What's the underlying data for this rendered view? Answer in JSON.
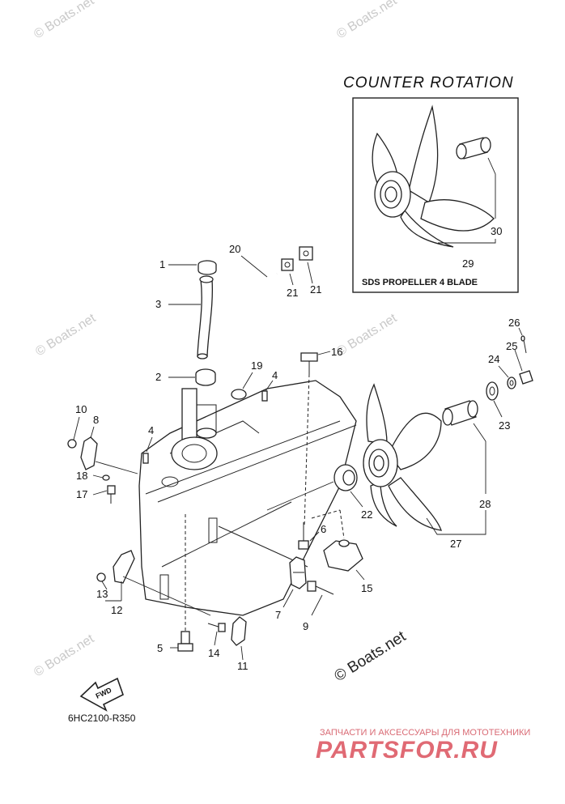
{
  "inset": {
    "title": "COUNTER ROTATION",
    "caption": "SDS PROPELLER 4 BLADE"
  },
  "watermark": "© Boats.net",
  "footer": {
    "drawing_code": "6HC2100-R350",
    "ad_line": "ЗАПЧАСТИ И АКСЕССУАРЫ ДЛЯ МОТОТЕХНИКИ",
    "ad_brand": "PARTSFOR.RU"
  },
  "fwd_label": "FWD",
  "callouts": {
    "c1": "1",
    "c2": "2",
    "c3": "3",
    "c4a": "4",
    "c4b": "4",
    "c5": "5",
    "c6": "6",
    "c7": "7",
    "c8": "8",
    "c9": "9",
    "c10": "10",
    "c11": "11",
    "c12": "12",
    "c13": "13",
    "c14": "14",
    "c15": "15",
    "c16": "16",
    "c17": "17",
    "c18": "18",
    "c19": "19",
    "c20": "20",
    "c21a": "21",
    "c21b": "21",
    "c22": "22",
    "c23": "23",
    "c24": "24",
    "c25": "25",
    "c26": "26",
    "c27": "27",
    "c28": "28",
    "c29": "29",
    "c30": "30"
  },
  "colors": {
    "line": "#222222",
    "watermark": "#c9c9c9",
    "brand_red": "#e06a74",
    "ad_text": "#d96a74"
  }
}
